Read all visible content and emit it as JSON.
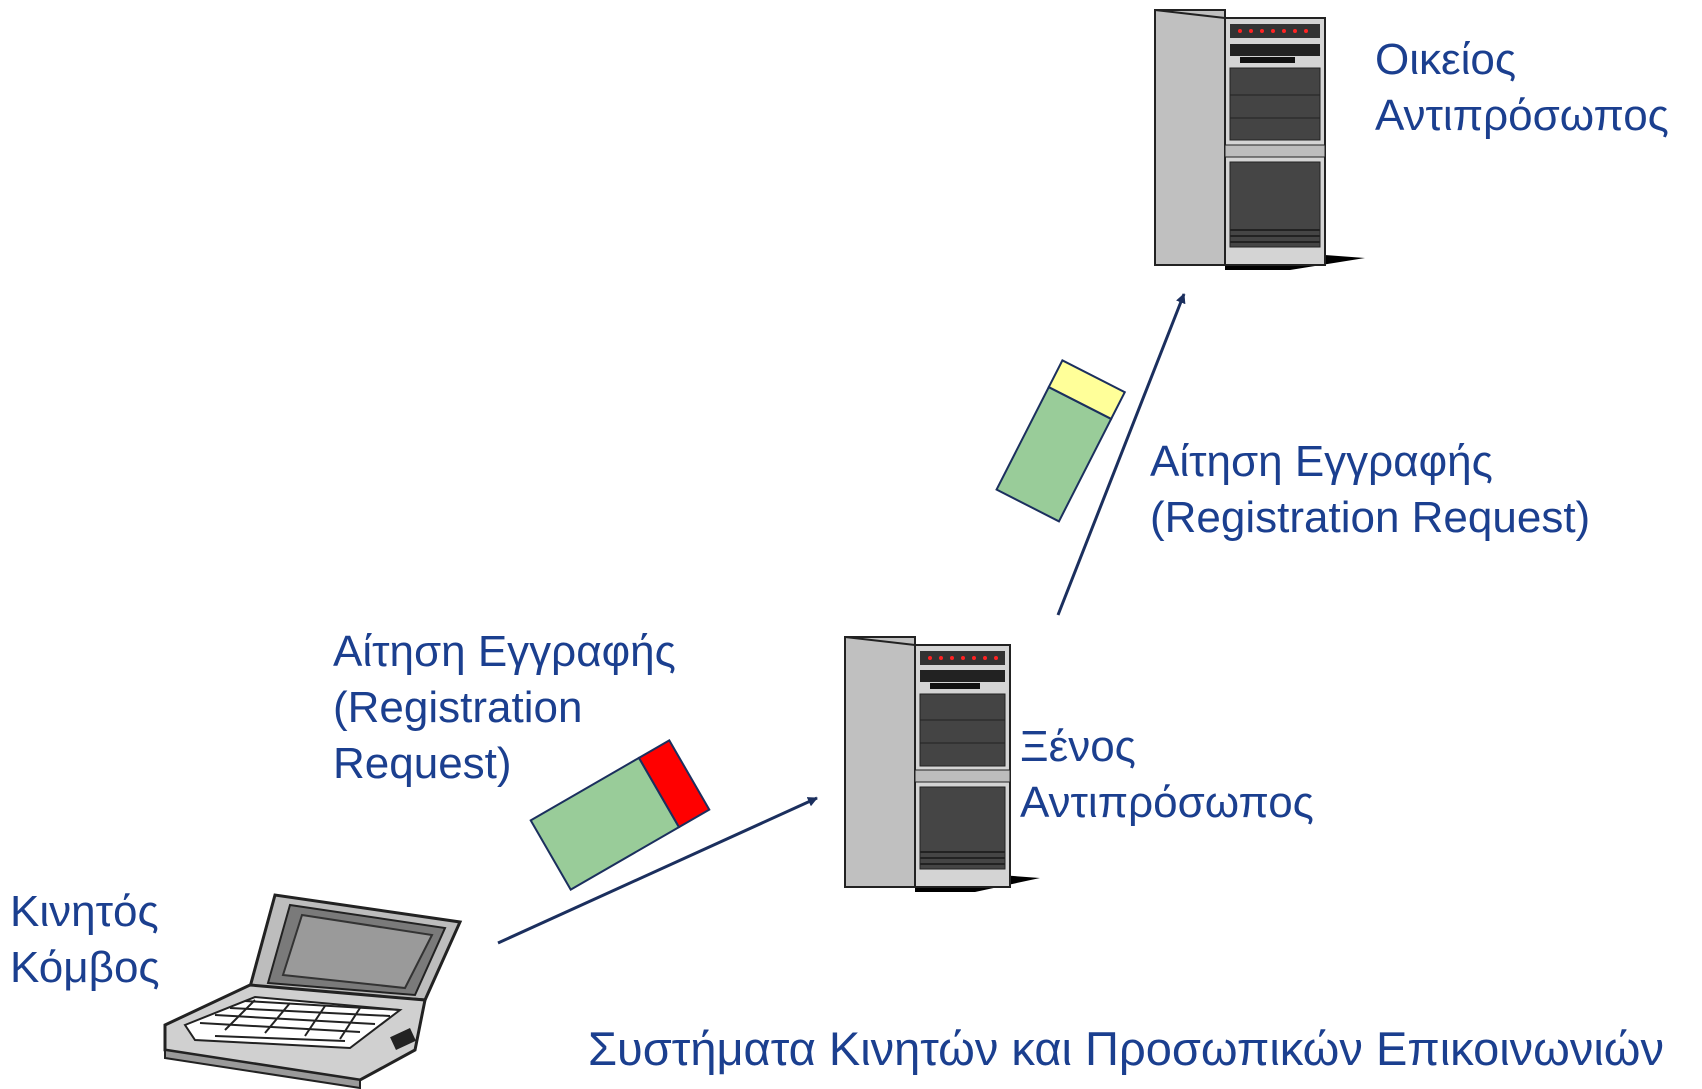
{
  "labels": {
    "home_agent": [
      "Οικείος",
      "Αντιπρόσωπος"
    ],
    "foreign_agent": [
      "Ξένος",
      "Αντιπρόσωπος"
    ],
    "mobile_node": [
      "Κινητός",
      "Κόμβος"
    ],
    "request_to_home": [
      "Αίτηση Εγγραφής",
      "(Registration Request)"
    ],
    "request_to_foreign": [
      "Αίτηση Εγγραφής",
      "(Registration",
      "Request)"
    ]
  },
  "footer": "Συστήματα Κινητών και Προσωπικών Επικοινωνιών",
  "colors": {
    "text": "#1b3f8f",
    "arrow": "#1b2f5e",
    "packet_body": "#99cc99",
    "packet_header_red": "#ff0000",
    "packet_header_yellow": "#ffff99",
    "server_body": "#c8c8c8",
    "server_dark": "#555555",
    "server_leds": "#ff2222"
  },
  "icons": [
    "server-icon",
    "server-icon",
    "laptop-icon",
    "packet-icon",
    "packet-icon"
  ]
}
